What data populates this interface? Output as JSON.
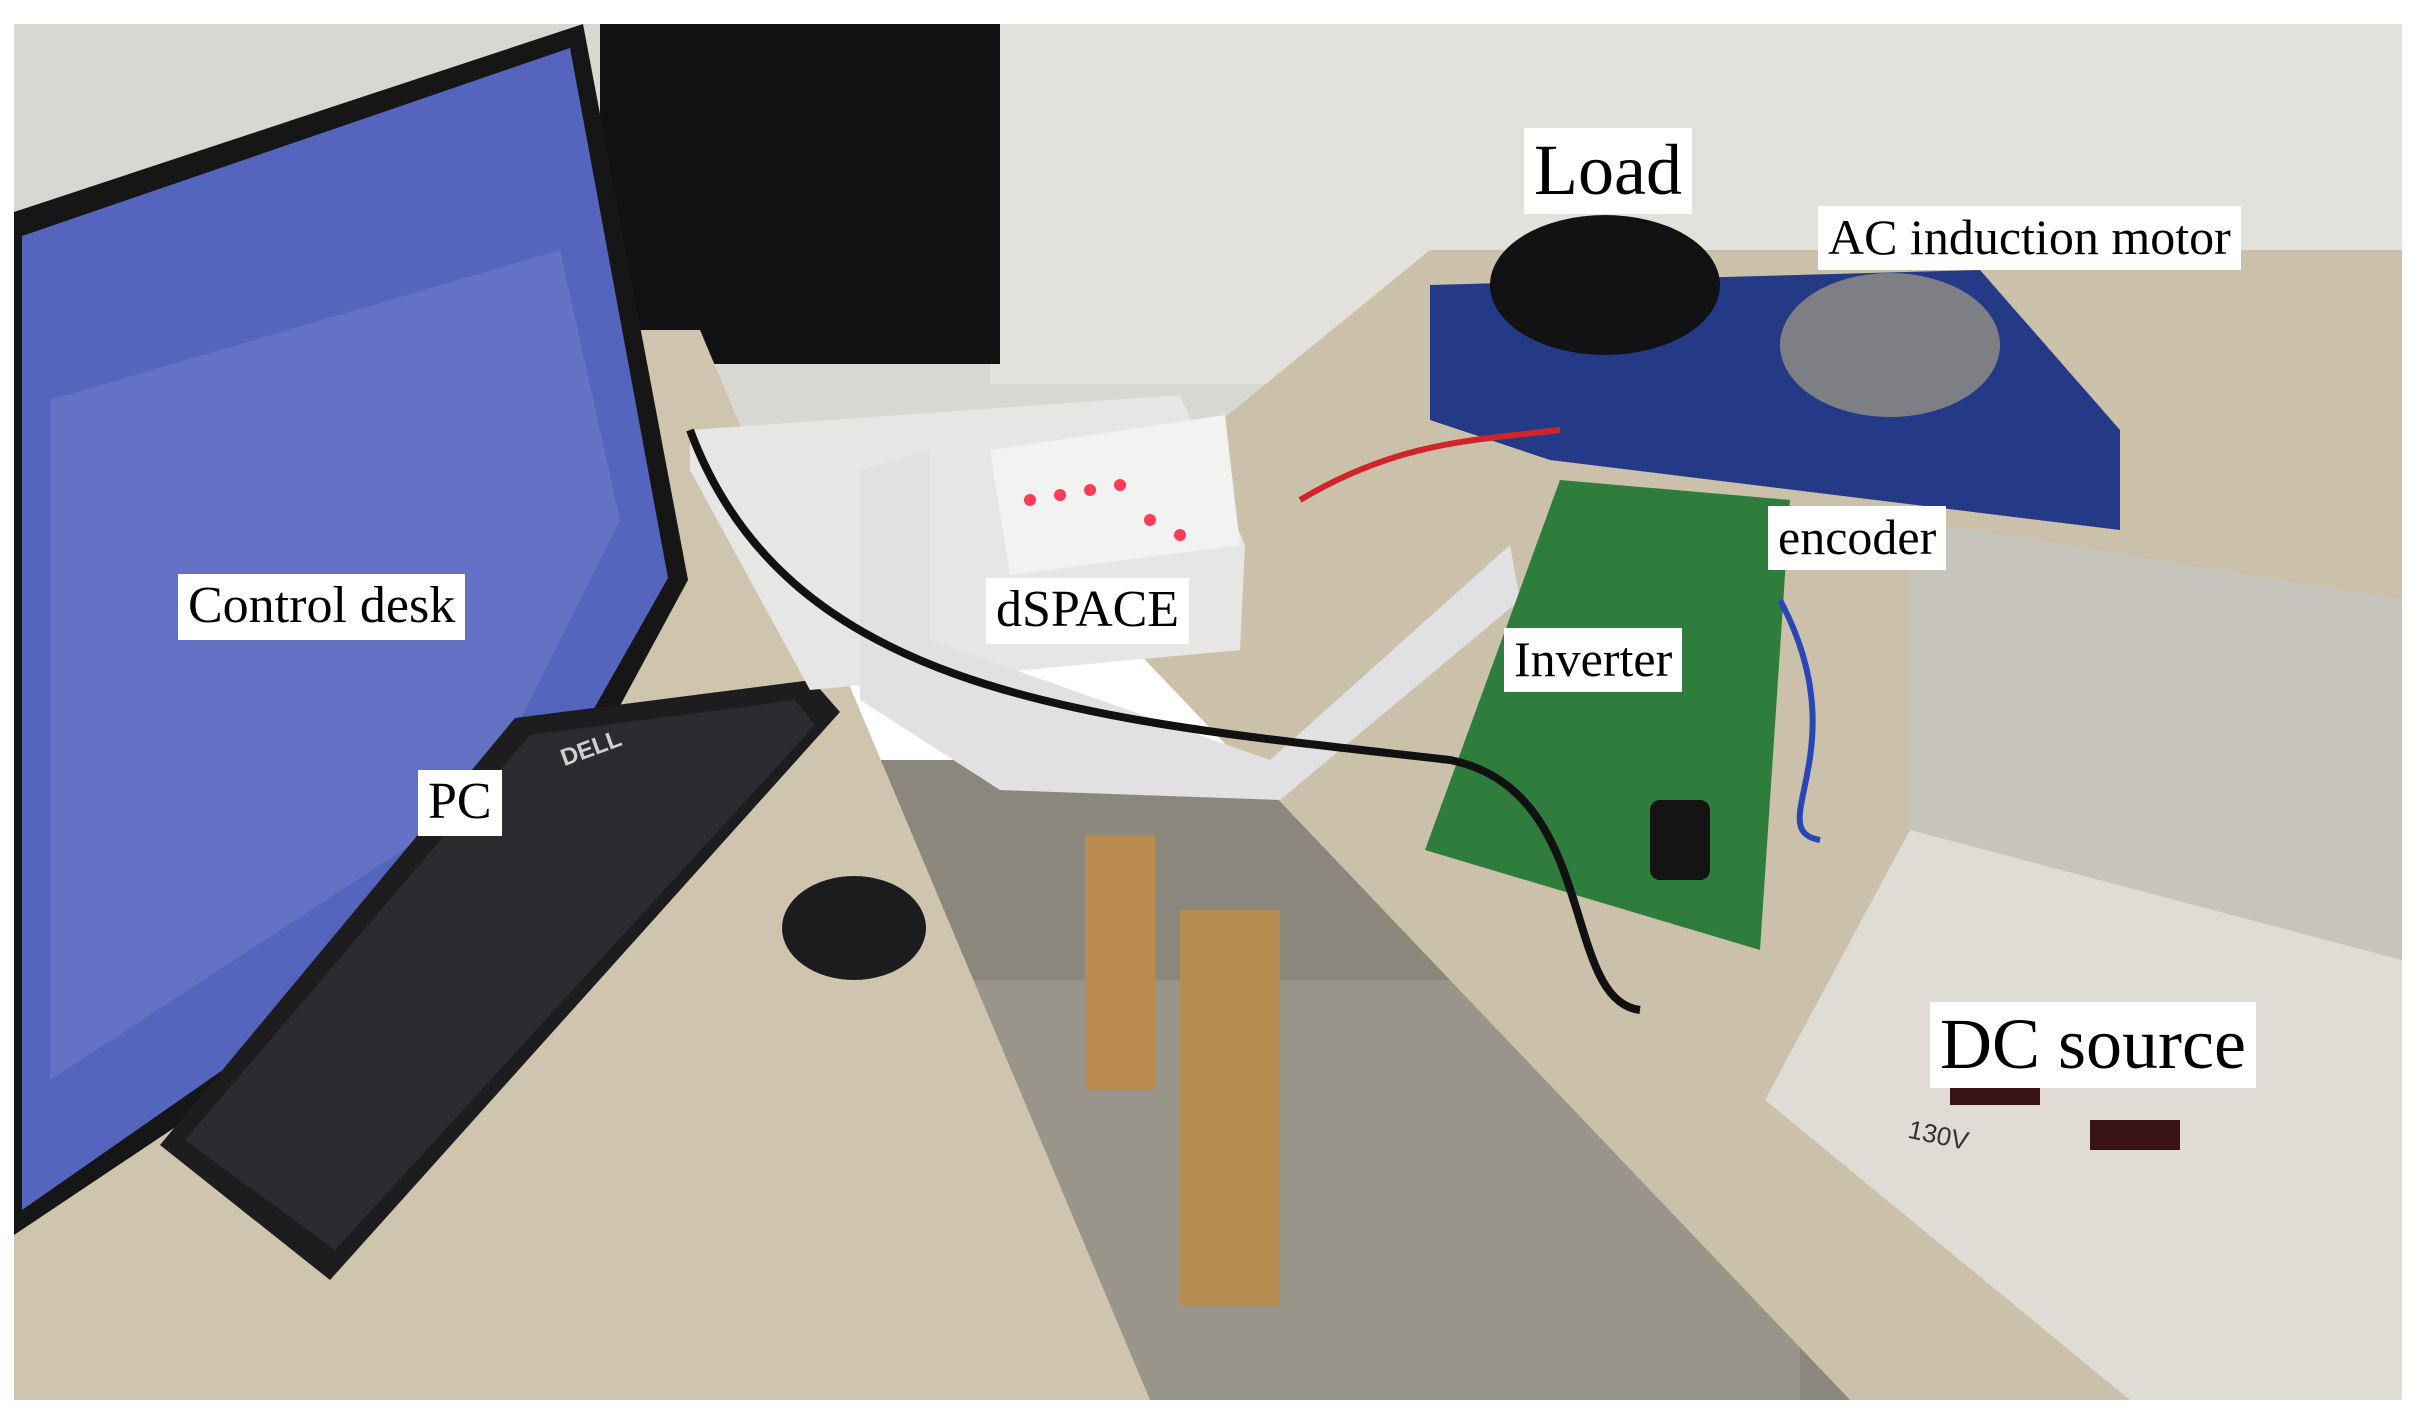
{
  "labels": {
    "load": "Load",
    "ac_motor": "AC induction motor",
    "encoder": "encoder",
    "inverter": "Inverter",
    "dspace": "dSPACE",
    "control_desk": "Control desk",
    "pc": "PC",
    "dc_source": "DC source"
  },
  "device_marks": {
    "keyboard_brand": "DELL",
    "psu_note": "130V"
  },
  "colors": {
    "wall": "#dcdbd6",
    "table": "#cdc3ad",
    "floor": "#8a857b",
    "monitor_screen": "#4f5fb8",
    "test_bench": "#243a86",
    "inverter_board": "#2f7d3c",
    "dspace_box": "#e4e4e2",
    "psu": "#c9c7c0",
    "leds": "#ff3b57"
  }
}
